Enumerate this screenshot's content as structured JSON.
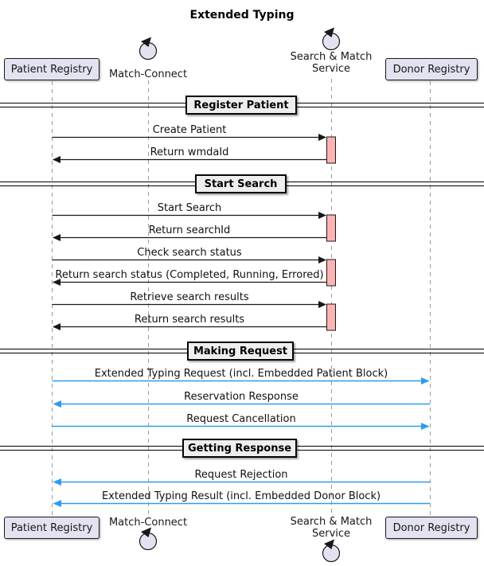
{
  "title": "Extended Typing",
  "participants": [
    {
      "name": "Patient Registry",
      "kind": "participant"
    },
    {
      "name": "Match-Connect",
      "kind": "control"
    },
    {
      "name": "Search & Match Service",
      "kind": "control"
    },
    {
      "name": "Donor Registry",
      "kind": "participant"
    }
  ],
  "sections": [
    {
      "title": "Register Patient"
    },
    {
      "title": "Start Search"
    },
    {
      "title": "Making Request"
    },
    {
      "title": "Getting Response"
    }
  ],
  "messages": [
    {
      "label": "Create Patient",
      "from": "Patient Registry",
      "to": "Search & Match Service",
      "color": "black"
    },
    {
      "label": "Return wmdaId",
      "from": "Search & Match Service",
      "to": "Patient Registry",
      "color": "black"
    },
    {
      "label": "Start Search",
      "from": "Patient Registry",
      "to": "Search & Match Service",
      "color": "black"
    },
    {
      "label": "Return searchId",
      "from": "Search & Match Service",
      "to": "Patient Registry",
      "color": "black"
    },
    {
      "label": "Check search status",
      "from": "Patient Registry",
      "to": "Search & Match Service",
      "color": "black"
    },
    {
      "label": "Return search status (Completed, Running, Errored)",
      "from": "Search & Match Service",
      "to": "Patient Registry",
      "color": "black"
    },
    {
      "label": "Retrieve search results",
      "from": "Patient Registry",
      "to": "Search & Match Service",
      "color": "black"
    },
    {
      "label": "Return search results",
      "from": "Search & Match Service",
      "to": "Patient Registry",
      "color": "black"
    },
    {
      "label": "Extended Typing Request (incl. Embedded Patient Block)",
      "from": "Patient Registry",
      "to": "Donor Registry",
      "color": "blue"
    },
    {
      "label": "Reservation Response",
      "from": "Donor Registry",
      "to": "Patient Registry",
      "color": "blue"
    },
    {
      "label": "Request Cancellation",
      "from": "Patient Registry",
      "to": "Donor Registry",
      "color": "blue"
    },
    {
      "label": "Request Rejection",
      "from": "Donor Registry",
      "to": "Patient Registry",
      "color": "blue"
    },
    {
      "label": "Extended Typing Result (incl. Embedded Donor Block)",
      "from": "Donor Registry",
      "to": "Patient Registry",
      "color": "blue"
    }
  ],
  "colors": {
    "participant_fill": "#E2E2F0",
    "participant_border": "#181818",
    "activation_fill": "#FBB4B4",
    "divider_fill": "#EEEEEE",
    "arrow_black": "#181818",
    "arrow_blue": "#2D9CEE",
    "lifeline": "#999999"
  }
}
